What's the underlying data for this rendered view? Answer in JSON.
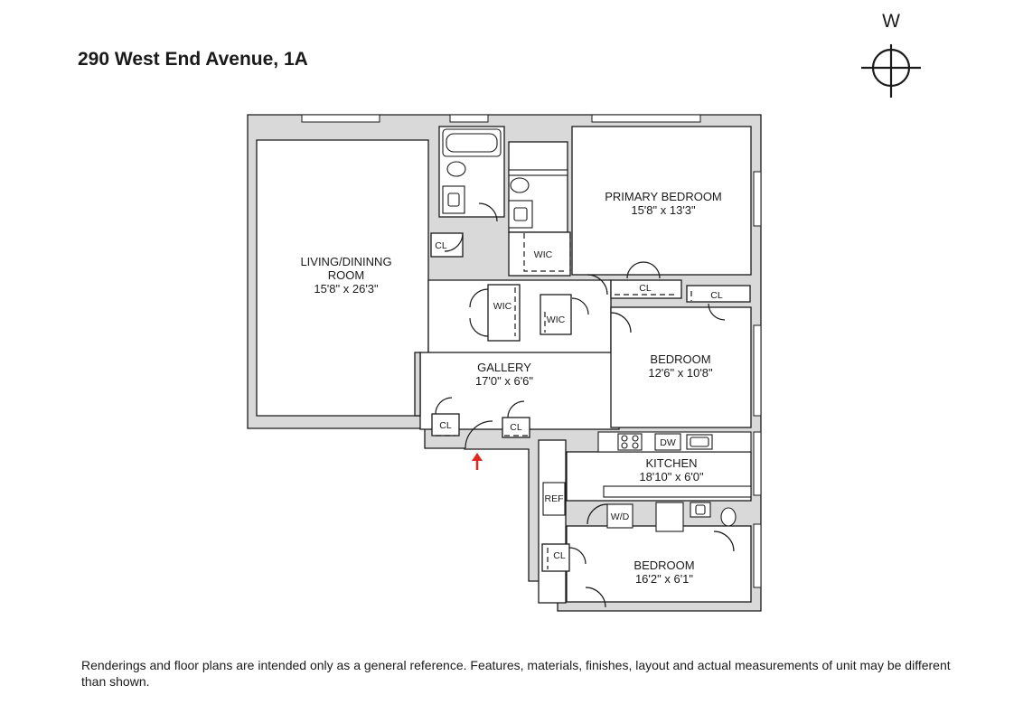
{
  "header": {
    "title": "290 West End Avenue, 1A"
  },
  "compass": {
    "letter": "W",
    "icon": "compass-crosshair-icon"
  },
  "rooms": {
    "living": {
      "name_line1": "LIVING/DININNG",
      "name_line2": "ROOM",
      "dims": "15'8\" x 26'3\""
    },
    "primary": {
      "name": "PRIMARY BEDROOM",
      "dims": "15'8\" x 13'3\""
    },
    "bedroom2": {
      "name": "BEDROOM",
      "dims": "12'6\" x 10'8\""
    },
    "gallery": {
      "name": "GALLERY",
      "dims": "17'0\" x 6'6\""
    },
    "kitchen": {
      "name": "KITCHEN",
      "dims": "18'10\" x 6'0\""
    },
    "bedroom3": {
      "name": "BEDROOM",
      "dims": "16'2\" x 6'1\""
    }
  },
  "fixtures": {
    "cl": "CL",
    "wic": "WIC",
    "dw": "DW",
    "ref": "REF",
    "wd": "W/D"
  },
  "entry_marker_color": "#e0281e",
  "footer": {
    "disclaimer": "Renderings and floor plans are intended only as a general reference. Features, materials, finishes, layout and actual measurements of unit may be different than shown."
  }
}
